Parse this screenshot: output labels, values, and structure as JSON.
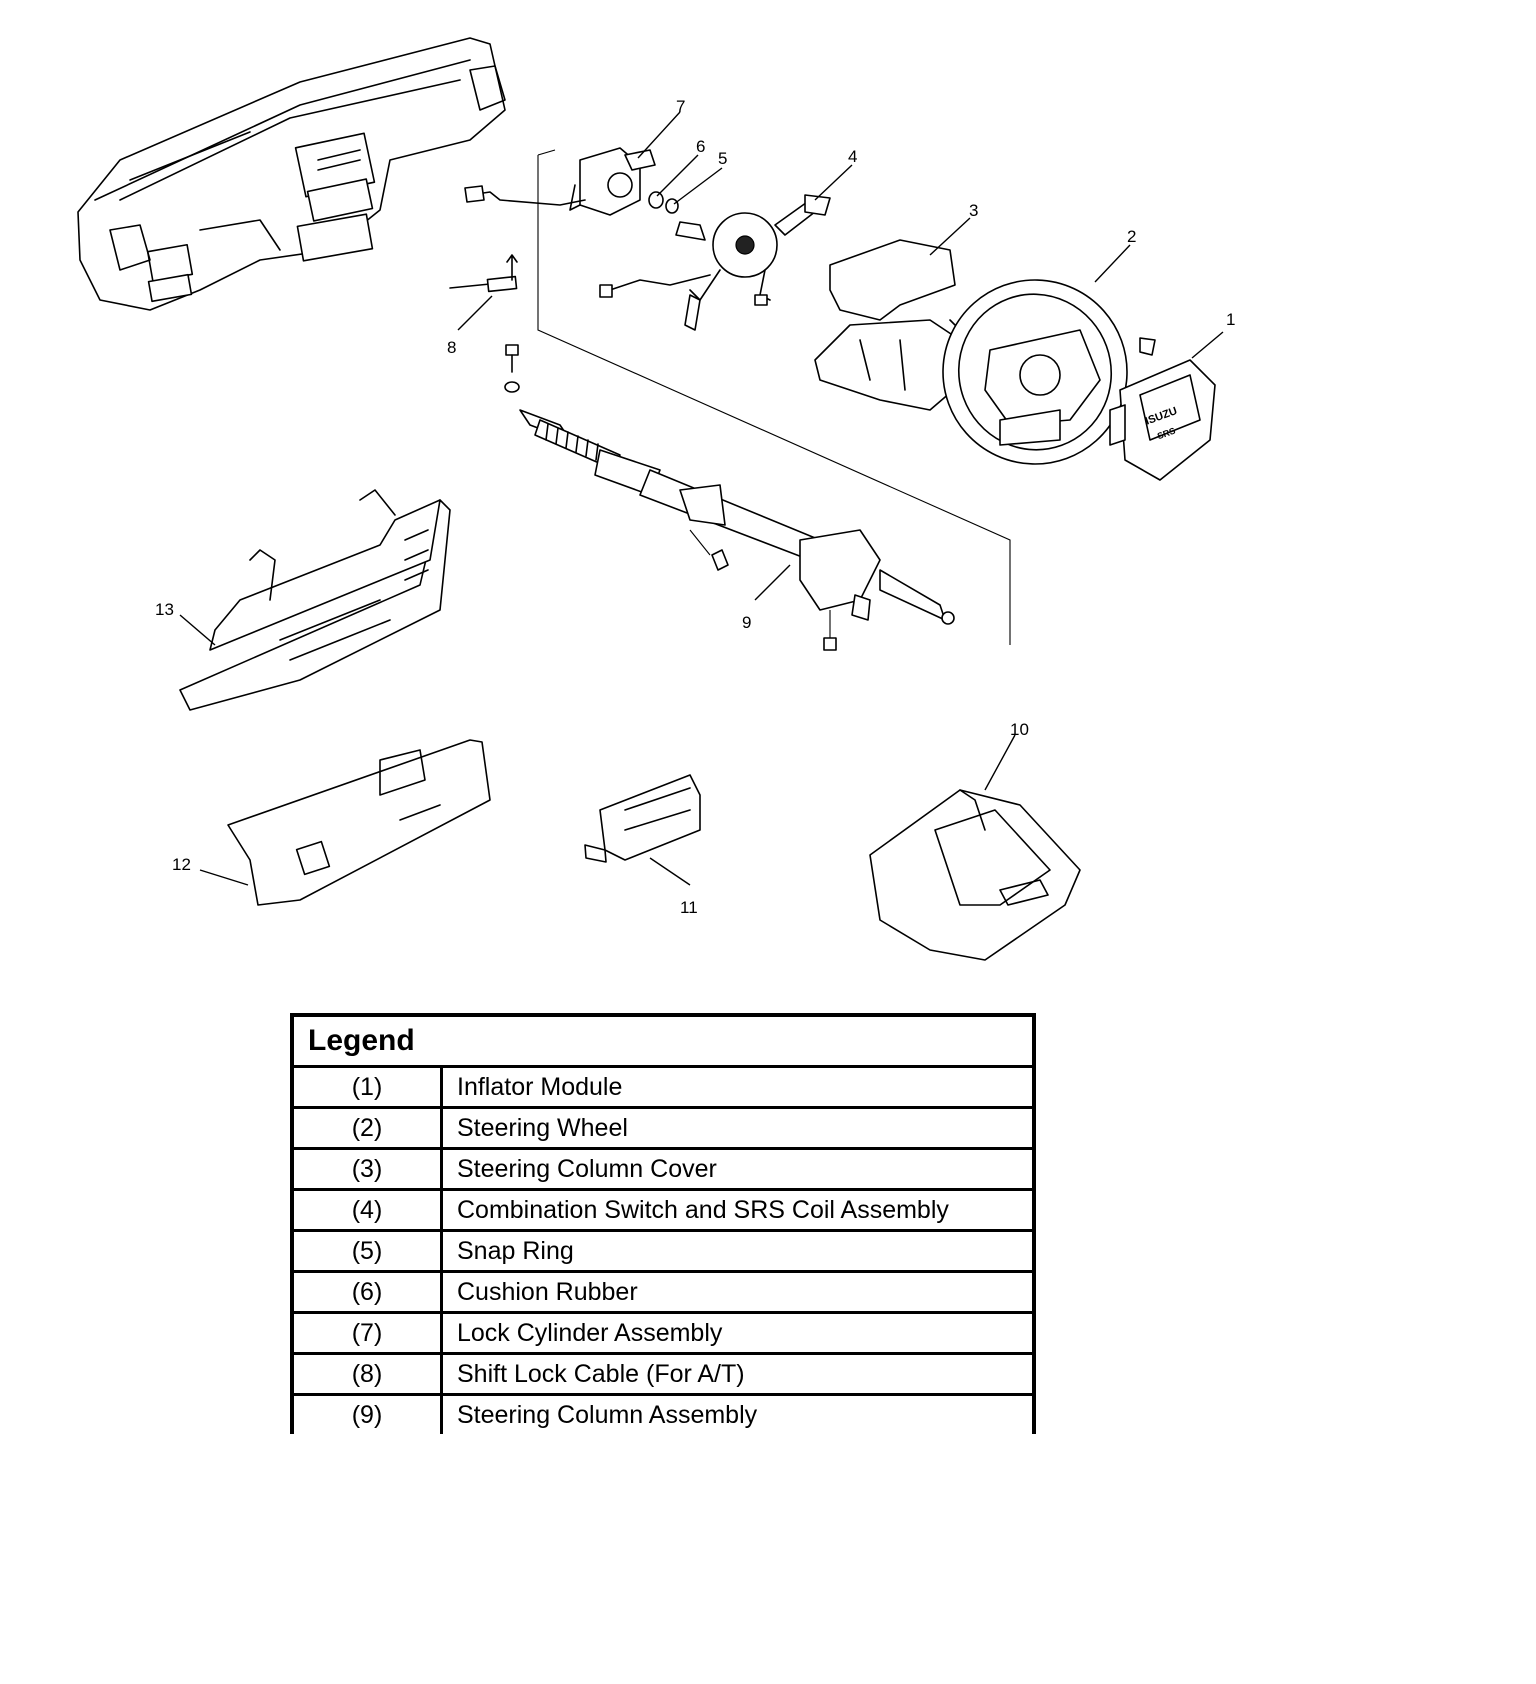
{
  "callouts": [
    "1",
    "2",
    "3",
    "4",
    "5",
    "6",
    "7",
    "8",
    "9",
    "10",
    "11",
    "12",
    "13"
  ],
  "badge": {
    "brand": "ISUZU",
    "srs": "SRS"
  },
  "legend": {
    "title": "Legend",
    "rows": [
      {
        "num": "(1)",
        "desc": "Inflator Module"
      },
      {
        "num": "(2)",
        "desc": "Steering Wheel"
      },
      {
        "num": "(3)",
        "desc": "Steering Column Cover"
      },
      {
        "num": "(4)",
        "desc": "Combination Switch and SRS Coil Assembly"
      },
      {
        "num": "(5)",
        "desc": "Snap Ring"
      },
      {
        "num": "(6)",
        "desc": "Cushion Rubber"
      },
      {
        "num": "(7)",
        "desc": "Lock Cylinder Assembly"
      },
      {
        "num": "(8)",
        "desc": "Shift Lock Cable (For A/T)"
      },
      {
        "num": "(9)",
        "desc": "Steering Column Assembly"
      }
    ]
  }
}
